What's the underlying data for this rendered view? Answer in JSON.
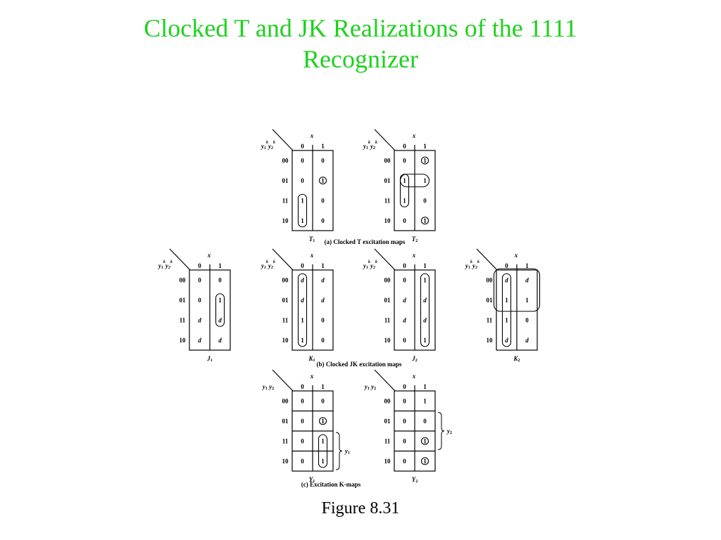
{
  "slide": {
    "title_line1": "Clocked T and JK Realizations of the 1111",
    "title_line2": "Recognizer",
    "figure_caption": "Figure 8.31",
    "title_color": "#1fd01f"
  },
  "rows": [
    "00",
    "01",
    "11",
    "10"
  ],
  "cols": [
    "0",
    "1"
  ],
  "col_var": "x",
  "row_var_kplus": {
    "y1": "y",
    "s1": "1",
    "k1": "k",
    "y2": "y",
    "s2": "2",
    "k2": "k"
  },
  "row_var_plain": {
    "y1": "y",
    "s1": "1",
    "y2": "y",
    "s2": "2"
  },
  "section_captions": {
    "a": "(a) Clocked T excitation maps",
    "b": "(b) Clocked JK excitation maps",
    "c": "(c) Excitation K-maps"
  },
  "maps": [
    {
      "id": "T1",
      "label_main": "T",
      "label_sub": "1",
      "header": "k",
      "cells": [
        [
          "0",
          "0"
        ],
        [
          "0",
          "1"
        ],
        [
          "1",
          "0"
        ],
        [
          "1",
          "0"
        ]
      ]
    },
    {
      "id": "T2",
      "label_main": "T",
      "label_sub": "2",
      "header": "k",
      "cells": [
        [
          "0",
          "1"
        ],
        [
          "1",
          "1"
        ],
        [
          "1",
          "0"
        ],
        [
          "0",
          "1"
        ]
      ]
    },
    {
      "id": "J1",
      "label_main": "J",
      "label_sub": "1",
      "header": "k",
      "cells": [
        [
          "0",
          "0"
        ],
        [
          "0",
          "1"
        ],
        [
          "d",
          "d"
        ],
        [
          "d",
          "d"
        ]
      ]
    },
    {
      "id": "K1",
      "label_main": "K",
      "label_sub": "1",
      "header": "k",
      "cells": [
        [
          "d",
          "d"
        ],
        [
          "d",
          "d"
        ],
        [
          "1",
          "0"
        ],
        [
          "1",
          "0"
        ]
      ]
    },
    {
      "id": "J2",
      "label_main": "J",
      "label_sub": "2",
      "header": "k",
      "cells": [
        [
          "0",
          "1"
        ],
        [
          "d",
          "d"
        ],
        [
          "d",
          "d"
        ],
        [
          "0",
          "1"
        ]
      ]
    },
    {
      "id": "K2",
      "label_main": "K",
      "label_sub": "2",
      "header": "k",
      "cells": [
        [
          "d",
          "d"
        ],
        [
          "1",
          "1"
        ],
        [
          "1",
          "0"
        ],
        [
          "d",
          "d"
        ]
      ]
    },
    {
      "id": "Y1",
      "label_main": "Y",
      "label_sub": "1",
      "header": "plain",
      "cells": [
        [
          "0",
          "0"
        ],
        [
          "0",
          "1"
        ],
        [
          "0",
          "1"
        ],
        [
          "0",
          "1"
        ]
      ],
      "brace_main": "y",
      "brace_sub": "1"
    },
    {
      "id": "Y2",
      "label_main": "Y",
      "label_sub": "2",
      "header": "plain",
      "cells": [
        [
          "0",
          "1"
        ],
        [
          "0",
          "0"
        ],
        [
          "0",
          "1"
        ],
        [
          "0",
          "1"
        ]
      ],
      "brace_main": "y",
      "brace_sub": "2"
    }
  ]
}
